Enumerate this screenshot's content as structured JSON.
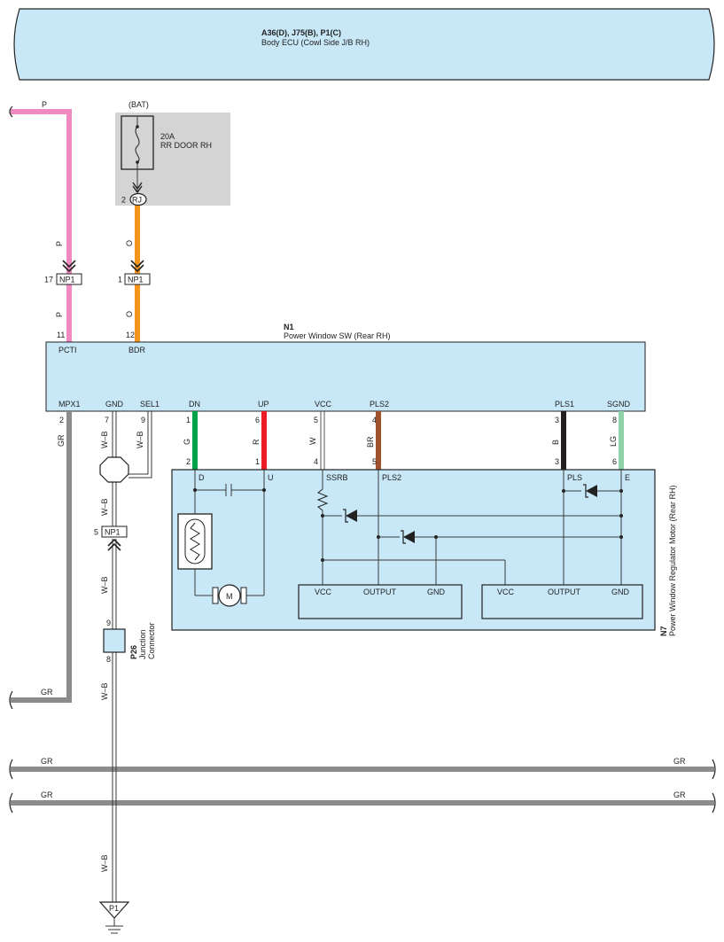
{
  "ecu": {
    "connectors": "A36(D), J75(B), P1(C)",
    "name": "Body ECU (Cowl Side J/B RH)"
  },
  "fuse": {
    "source": "(BAT)",
    "rating": "20A",
    "name": "RR DOOR RH",
    "junction_pin": "2",
    "junction": "RJ"
  },
  "np1_upper": {
    "pin_pink": "17",
    "pin_orange": "1",
    "label": "NP1"
  },
  "np1_lower": {
    "pin": "5",
    "label": "NP1"
  },
  "wires": {
    "p": "P",
    "o": "O",
    "gr": "GR",
    "g": "G",
    "r": "R",
    "w": "W",
    "br": "BR",
    "b": "B",
    "lg": "LG",
    "wb": "W–B"
  },
  "switch": {
    "id": "N1",
    "name": "Power Window SW (Rear RH)",
    "pin_top_pcti": "11",
    "pin_top_bdr": "12",
    "top_pins": [
      "PCTI",
      "BDR"
    ],
    "bottom_pins": [
      {
        "name": "MPX1",
        "pin": "2"
      },
      {
        "name": "GND",
        "pin": "7"
      },
      {
        "name": "SEL1",
        "pin": "9"
      },
      {
        "name": "DN",
        "pin": "1"
      },
      {
        "name": "UP",
        "pin": "6"
      },
      {
        "name": "VCC",
        "pin": "5"
      },
      {
        "name": "PLS2",
        "pin": "4"
      },
      {
        "name": "PLS1",
        "pin": "3"
      },
      {
        "name": "SGND",
        "pin": "8"
      }
    ]
  },
  "motor": {
    "id": "N7",
    "name": "Power Window Regulator Motor (Rear RH)",
    "pins": [
      {
        "name": "D",
        "pin": "2"
      },
      {
        "name": "U",
        "pin": "1"
      },
      {
        "name": "SSRB",
        "pin": "4"
      },
      {
        "name": "PLS2",
        "pin": "5"
      },
      {
        "name": "PLS",
        "pin": "3"
      },
      {
        "name": "E",
        "pin": "6"
      }
    ],
    "motor_symbol": "M",
    "sensor1": [
      "VCC",
      "OUTPUT",
      "GND"
    ],
    "sensor2": [
      "VCC",
      "OUTPUT",
      "GND"
    ]
  },
  "junction_connector": {
    "id": "P26",
    "line1": "Junction",
    "line2": "Connector",
    "pin_top": "9",
    "pin_bottom": "8"
  },
  "ground": {
    "label": "P1"
  },
  "colors": {
    "pink": "#f08ac0",
    "orange": "#f7941d",
    "green": "#00a14b",
    "red": "#ed1c24",
    "brown": "#a0522d",
    "black": "#231f20",
    "lightgreen": "#8fd3a8",
    "gray": "#8c8c8c",
    "panel": "#c8e8f8",
    "fusebox": "#d4d4d4"
  }
}
